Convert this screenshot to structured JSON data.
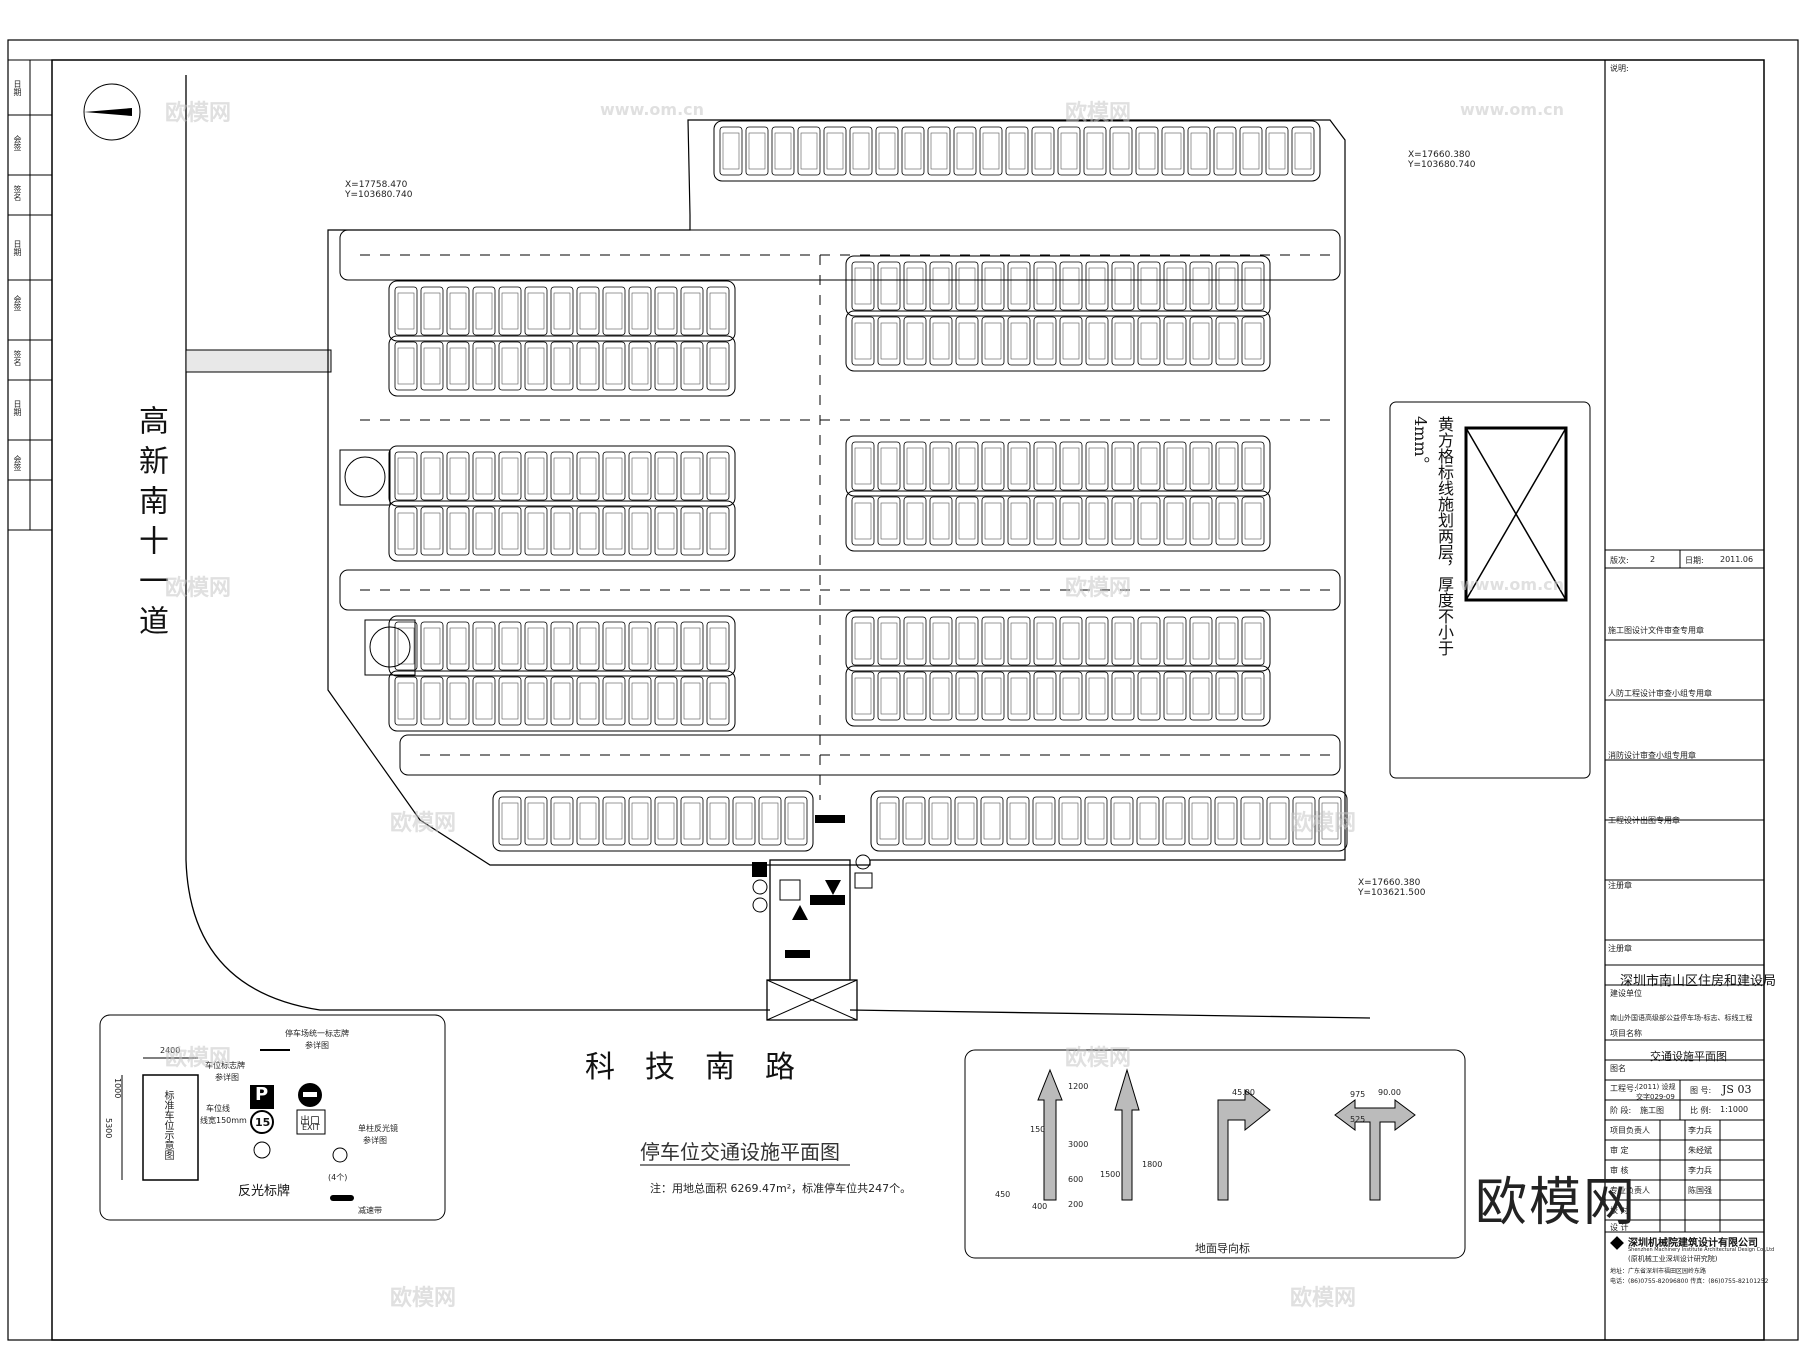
{
  "roads": {
    "west": "高新南十一道",
    "south": "科技南路"
  },
  "coordinates": [
    {
      "x": "X=17758.470",
      "y": "Y=103680.740"
    },
    {
      "x": "X=17660.380",
      "y": "Y=103680.740"
    },
    {
      "x": "X=17660.380",
      "y": "Y=103621.500"
    }
  ],
  "drawing": {
    "title": "停车位交通设施平面图",
    "note": "注：用地总面积 6269.47m²，标准停车位共247个。"
  },
  "legend": {
    "dim_width": "2400",
    "dim_height": "5300",
    "dim_top": "1000",
    "stall_label": "标准车位示意图",
    "line_label": "车位线",
    "line_width": "线宽150mm",
    "sign_board_label": "停车场统一标志牌",
    "sign_board_ref": "参详图",
    "signpost_label": "车位标志牌",
    "signpost_ref": "参详图",
    "reflective_mirror": "单柱反光镜",
    "reflective_ref": "参详图",
    "mirror_count": "(4个)",
    "reflective_signs": "反光标牌",
    "speed_bump": "减速带",
    "parking_symbol": "P",
    "speed_limit": "15",
    "exit_cn": "出口",
    "exit_en": "EXIT"
  },
  "marking_note": "黄方格标线施划两层，厚度不小于4mm。",
  "ground_arrows": {
    "title": "地面导向标",
    "dims": [
      "1200",
      "3000",
      "1500",
      "450",
      "400",
      "150",
      "600",
      "200",
      "1800",
      "975",
      "525",
      "90.00",
      "45.00"
    ]
  },
  "title_block": {
    "notes_label": "说明:",
    "version_label": "版次:",
    "version": "2",
    "date_label": "日期:",
    "date": "2011.06",
    "stamp1": "施工图设计文件审查专用章",
    "stamp2": "人防工程设计审查小组专用章",
    "stamp3": "消防设计审查小组专用章",
    "stamp4": "工程设计出图专用章",
    "stamp5": "注册章",
    "stamp6": "注册章",
    "client": "深圳市南山区住房和建设局",
    "client_label": "建设单位",
    "project": "南山外国语高级部公益停车场-标志、标线工程",
    "project_label": "项目名称",
    "drawing_name": "交通设施平面图",
    "drawing_name_label": "图名",
    "job_label": "工程号:",
    "job": "(2011) 设规 交字029-09",
    "sheet_label": "图 号:",
    "sheet": "JS 03",
    "stage_label": "阶 段:",
    "stage": "施工图",
    "scale_label": "比 例:",
    "scale": "1:1000",
    "roles": [
      "项目负责人",
      "审 定",
      "审 核",
      "专业负责人",
      "校 对",
      "设 计"
    ],
    "names": [
      "李力兵",
      "朱经斌",
      "李力兵",
      "陈国强",
      "",
      ""
    ],
    "firm": "深圳机械院建筑设计有限公司",
    "firm_en": "Shenzhen Machinery Institute Architectural Design Co.,Ltd",
    "firm_sub": "(原机械工业深圳设计研究院)",
    "address": "地址：广东省深圳市福田区园岭东路",
    "phone": "电话：(86)0755-82096800  传真：(86)0755-82101252"
  },
  "left_strip": [
    "日期",
    "会签",
    "签名",
    "日期",
    "会签",
    "签名",
    "日期",
    "会签"
  ],
  "watermarks": [
    "欧模网",
    "www.om.cn"
  ],
  "brand": "欧模网"
}
